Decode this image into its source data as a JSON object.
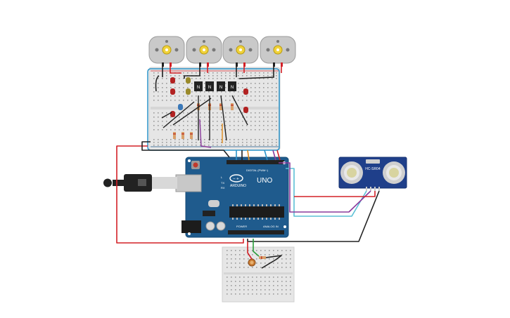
{
  "arduino": {
    "brand": "ARDUINO",
    "model": "UNO",
    "header_digital": "DIGITAL (PWM~)",
    "header_power": "POWER",
    "header_analog": "ANALOG IN",
    "led_l": "L",
    "led_tx": "TX",
    "led_rx": "RX"
  },
  "sensor": {
    "label": "HC-SR04"
  },
  "transistor": {
    "mark": "N"
  },
  "colors": {
    "board_blue": "#1f5b8d",
    "breadboard": "#e8e8e8",
    "wire_red": "#d32027",
    "wire_black": "#222222",
    "wire_purple": "#8a3a9c",
    "wire_cyan": "#5bc0d6",
    "wire_orange": "#e08a1c",
    "wire_green": "#2a9d3a",
    "wire_yellow": "#e6c100",
    "motor_gray": "#c8c8c8",
    "motor_shaft": "#f0d23a"
  }
}
